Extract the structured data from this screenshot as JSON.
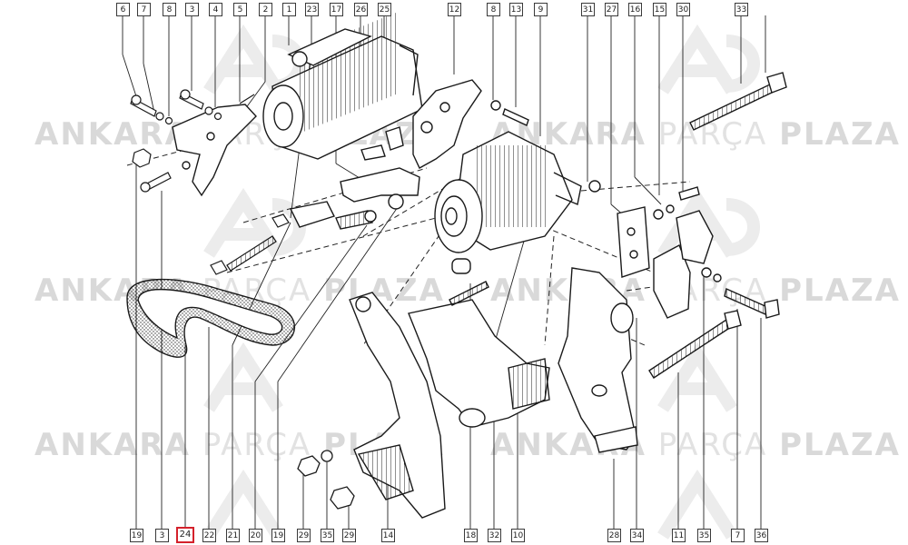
{
  "watermark": {
    "word1": "ANKARA",
    "word2": "PARÇA",
    "word3": "PLAZA",
    "color": "#d9d9d9"
  },
  "highlight_color": "#d4212b",
  "callouts_top": [
    "6",
    "7",
    "8",
    "3",
    "4",
    "5",
    "2",
    "1",
    "23",
    "17",
    "26",
    "25",
    "12",
    "8",
    "13",
    "9",
    "31",
    "27",
    "16",
    "15",
    "30",
    "33"
  ],
  "callouts_bottom": [
    "19",
    "3",
    "24",
    "22",
    "21",
    "20",
    "19",
    "29",
    "35",
    "29",
    "14",
    "18",
    "32",
    "10",
    "28",
    "34",
    "11",
    "35",
    "7",
    "36"
  ],
  "highlighted_label": "24",
  "parts": {
    "starter_motor": "starter-motor",
    "alternator": "alternator",
    "drive_belt": "drive-belt"
  }
}
